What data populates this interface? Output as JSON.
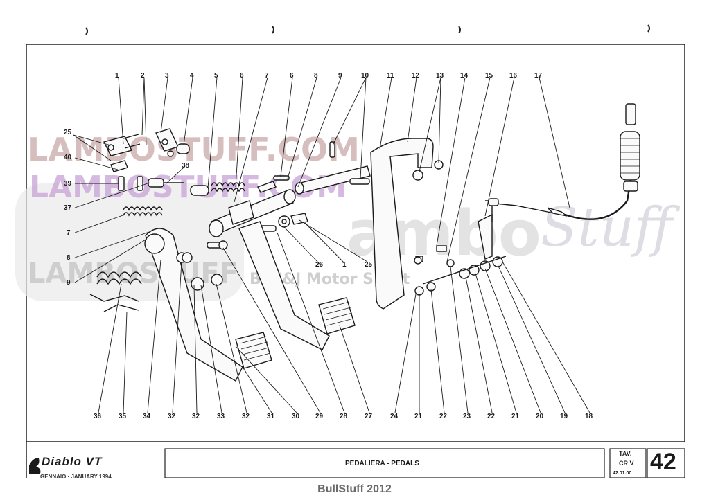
{
  "watermarks": {
    "line1": "LAMBOSTUFF.COM",
    "line2": "LAMBOSTUFF.COM",
    "line3": "LAMBOSTUFF",
    "brand_large": "ambo",
    "brand_script": "Stuff",
    "byline": "By J&J Motor Sport"
  },
  "callouts_top": [
    "1",
    "2",
    "3",
    "4",
    "5",
    "6",
    "7",
    "6",
    "8",
    "9",
    "10",
    "11",
    "12",
    "13",
    "14",
    "15",
    "16",
    "17"
  ],
  "callouts_bottom": [
    "36",
    "35",
    "34",
    "32",
    "32",
    "33",
    "32",
    "31",
    "30",
    "29",
    "28",
    "27",
    "24",
    "21",
    "22",
    "23",
    "22",
    "21",
    "20",
    "19",
    "18"
  ],
  "callouts_left": [
    "25",
    "40",
    "39",
    "37",
    "7",
    "8",
    "9"
  ],
  "callouts_inner": [
    "38",
    "26",
    "1",
    "25"
  ],
  "footer": {
    "brand": "Diablo VT",
    "date": "GENNAIO · JANUARY 1994",
    "title": "PEDALIERA - PEDALS",
    "tav_label": "TAV.",
    "cr_label": "CR V",
    "code": "42.01.00",
    "page": "42"
  },
  "caption": "BullStuff 2012"
}
